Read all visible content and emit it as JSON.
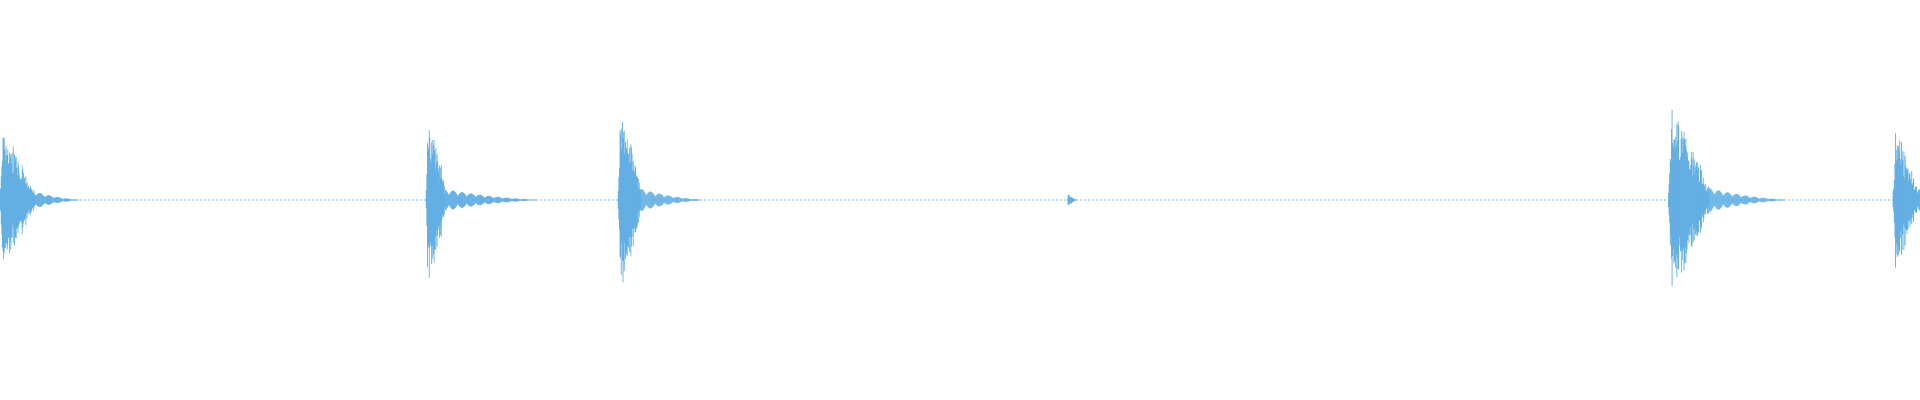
{
  "waveform": {
    "color": "#62aee3",
    "background": "#ffffff",
    "amplitude_scale": 1.0,
    "bursts": [
      {
        "name": "burst-1",
        "start": 0.0,
        "end": 0.018,
        "peak": 0.72,
        "decay": 0.35,
        "tail": 0.03
      },
      {
        "name": "burst-2",
        "start": 0.222,
        "end": 0.232,
        "peak": 0.9,
        "decay": 0.2,
        "tail": 0.06
      },
      {
        "name": "burst-3",
        "start": 0.322,
        "end": 0.334,
        "peak": 0.92,
        "decay": 0.25,
        "tail": 0.04
      },
      {
        "name": "burst-4",
        "start": 0.556,
        "end": 0.56,
        "peak": 0.08,
        "decay": 0.4,
        "tail": 0.006
      },
      {
        "name": "burst-5",
        "start": 0.869,
        "end": 0.89,
        "peak": 1.0,
        "decay": 0.3,
        "tail": 0.05
      },
      {
        "name": "burst-6",
        "start": 0.986,
        "end": 1.0,
        "peak": 0.8,
        "decay": 0.5,
        "tail": 0.0
      }
    ]
  }
}
